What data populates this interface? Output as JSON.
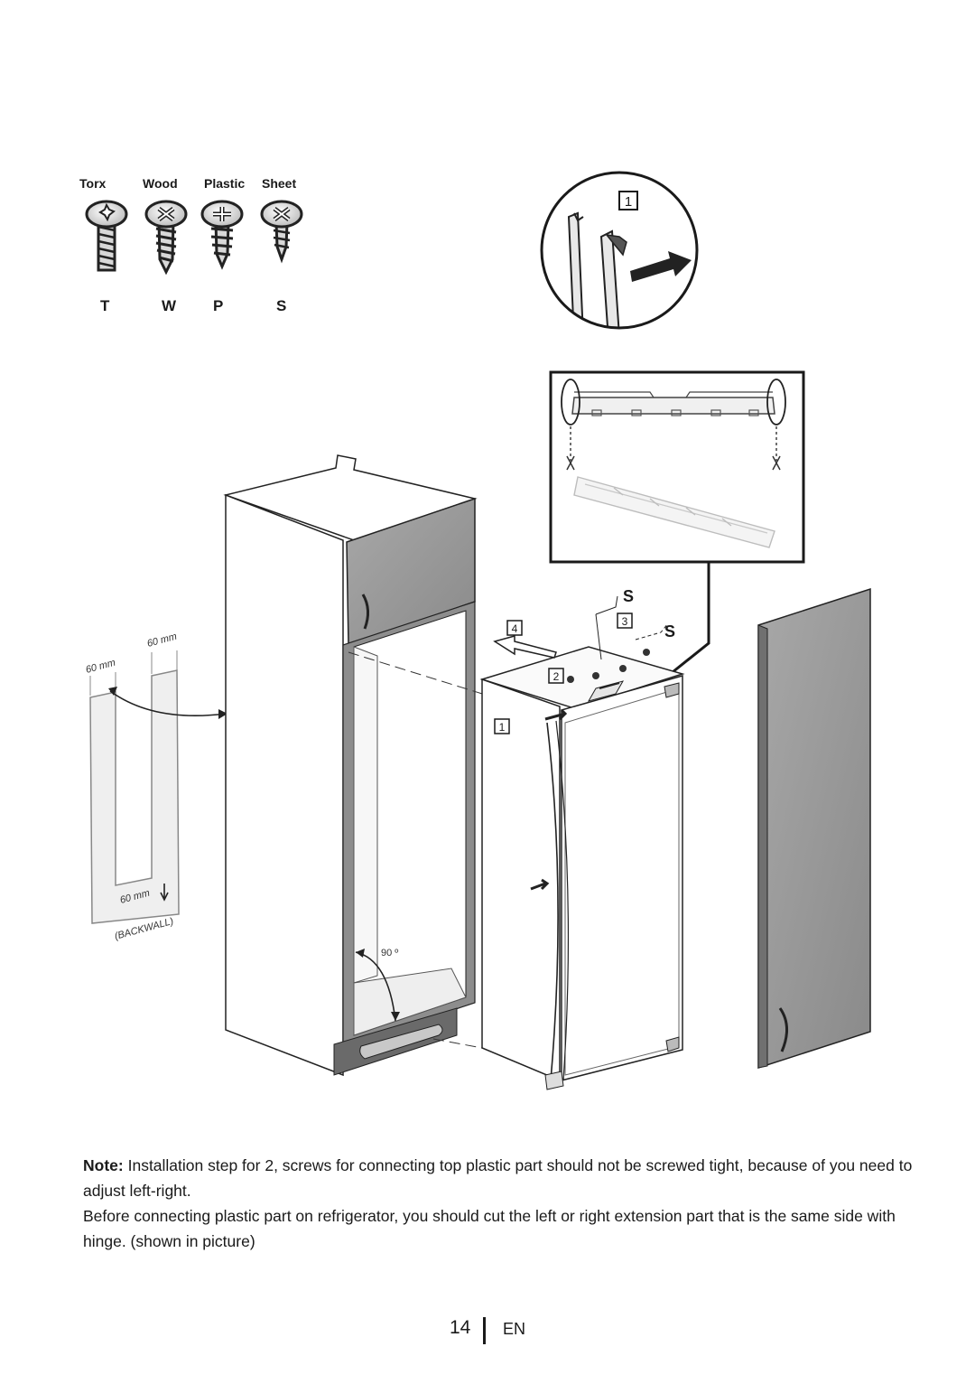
{
  "screws": [
    {
      "name": "Torx",
      "code": "T"
    },
    {
      "name": "Wood",
      "code": "W"
    },
    {
      "name": "Plastic",
      "code": "P"
    },
    {
      "name": "Sheet",
      "code": "S"
    }
  ],
  "diagram": {
    "circle_step": "1",
    "step_labels": [
      "4",
      "3",
      "2",
      "1"
    ],
    "s_label_top": "S",
    "s_label_side": "S",
    "dim_1": "60 mm",
    "dim_2": "60 mm",
    "dim_3": "60 mm",
    "backwall": "(BACKWALL)",
    "angle": "90 º"
  },
  "note": {
    "label": "Note:",
    "line1": "Installation step for 2, screws for connecting top plastic part should not be screwed tight, because of you need to adjust left-right.",
    "line2": "Before connecting plastic part on refrigerator,  you should  cut the left or right  extension part that is the same side with hinge. (shown in picture)"
  },
  "footer": {
    "page": "14",
    "lang": "EN"
  }
}
